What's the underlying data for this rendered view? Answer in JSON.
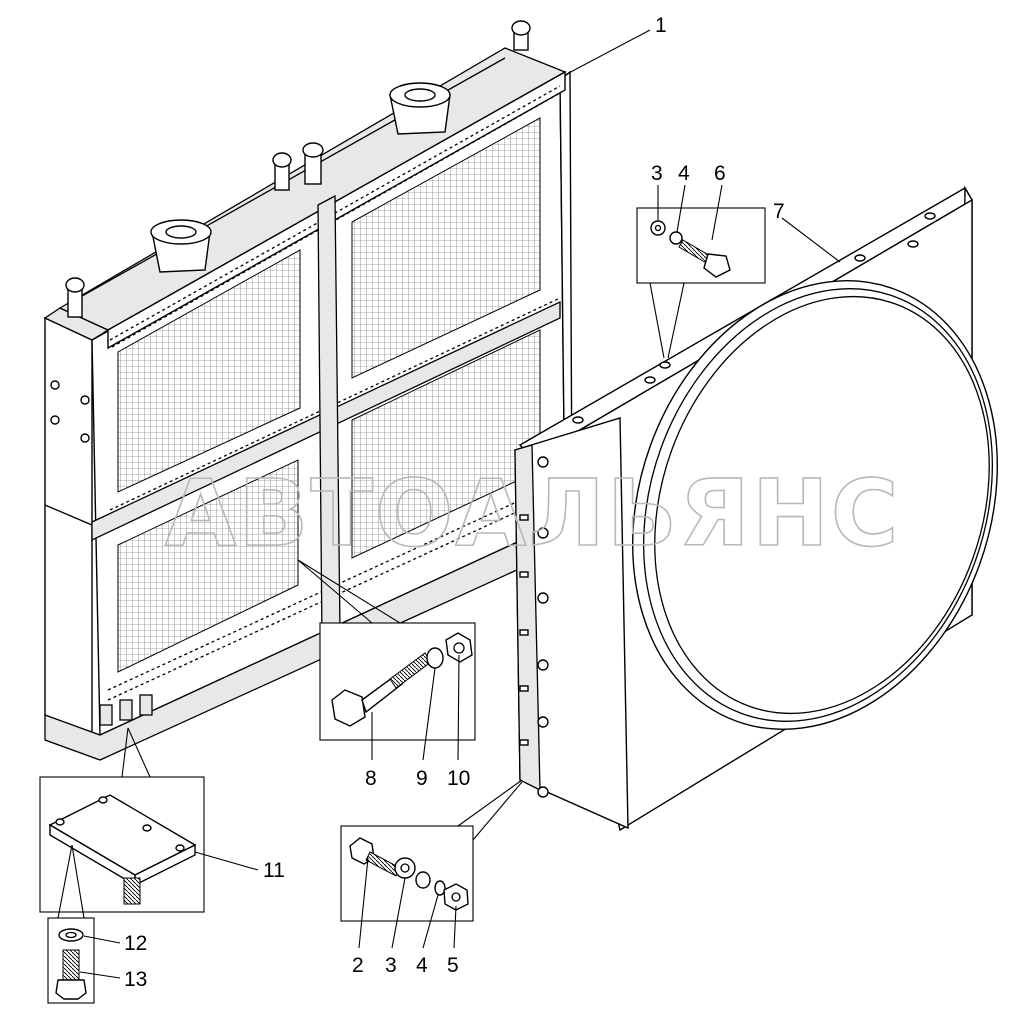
{
  "watermark": "АВТОАЛЬЯНС",
  "callouts": {
    "c1": "1",
    "c3_top": "3",
    "c4_top": "4",
    "c6": "6",
    "c7": "7",
    "c8": "8",
    "c9": "9",
    "c10": "10",
    "c11": "11",
    "c12": "12",
    "c13": "13",
    "c2": "2",
    "c3_bot": "3",
    "c4_bot": "4",
    "c5": "5"
  }
}
